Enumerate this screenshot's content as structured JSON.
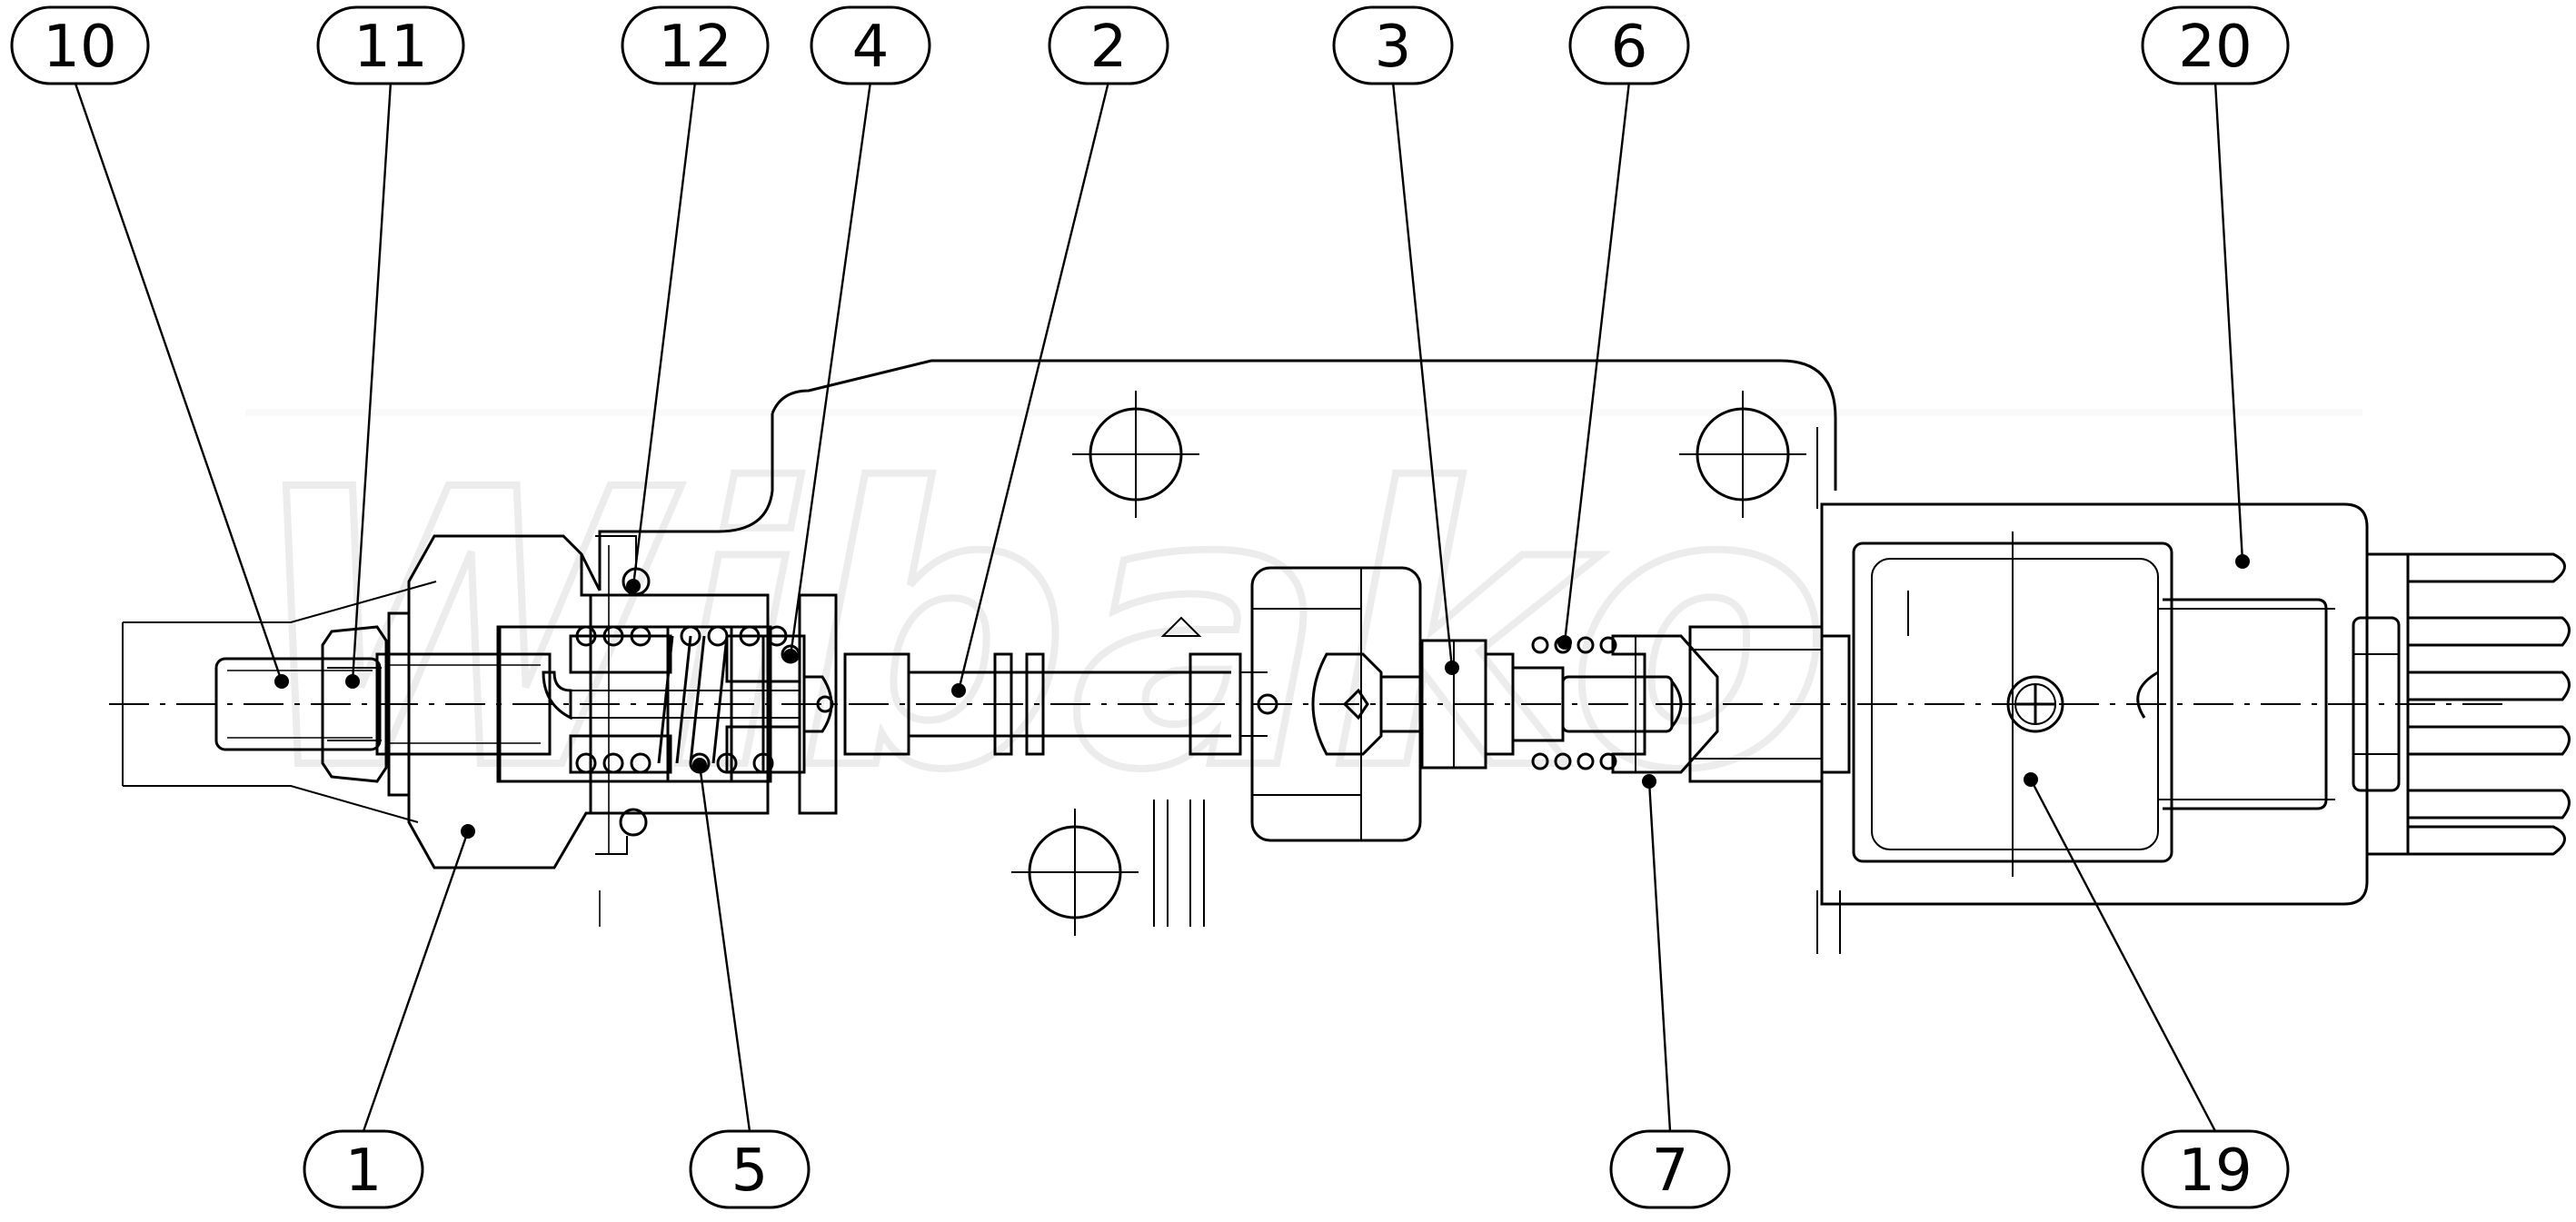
{
  "watermark": {
    "text": "Wibako"
  },
  "callouts": [
    {
      "id": "callout-10",
      "label": "10"
    },
    {
      "id": "callout-11",
      "label": "11"
    },
    {
      "id": "callout-12",
      "label": "12"
    },
    {
      "id": "callout-4",
      "label": "4"
    },
    {
      "id": "callout-2",
      "label": "2"
    },
    {
      "id": "callout-3",
      "label": "3"
    },
    {
      "id": "callout-6",
      "label": "6"
    },
    {
      "id": "callout-20",
      "label": "20"
    },
    {
      "id": "callout-1",
      "label": "1"
    },
    {
      "id": "callout-5",
      "label": "5"
    },
    {
      "id": "callout-7",
      "label": "7"
    },
    {
      "id": "callout-19",
      "label": "19"
    }
  ]
}
